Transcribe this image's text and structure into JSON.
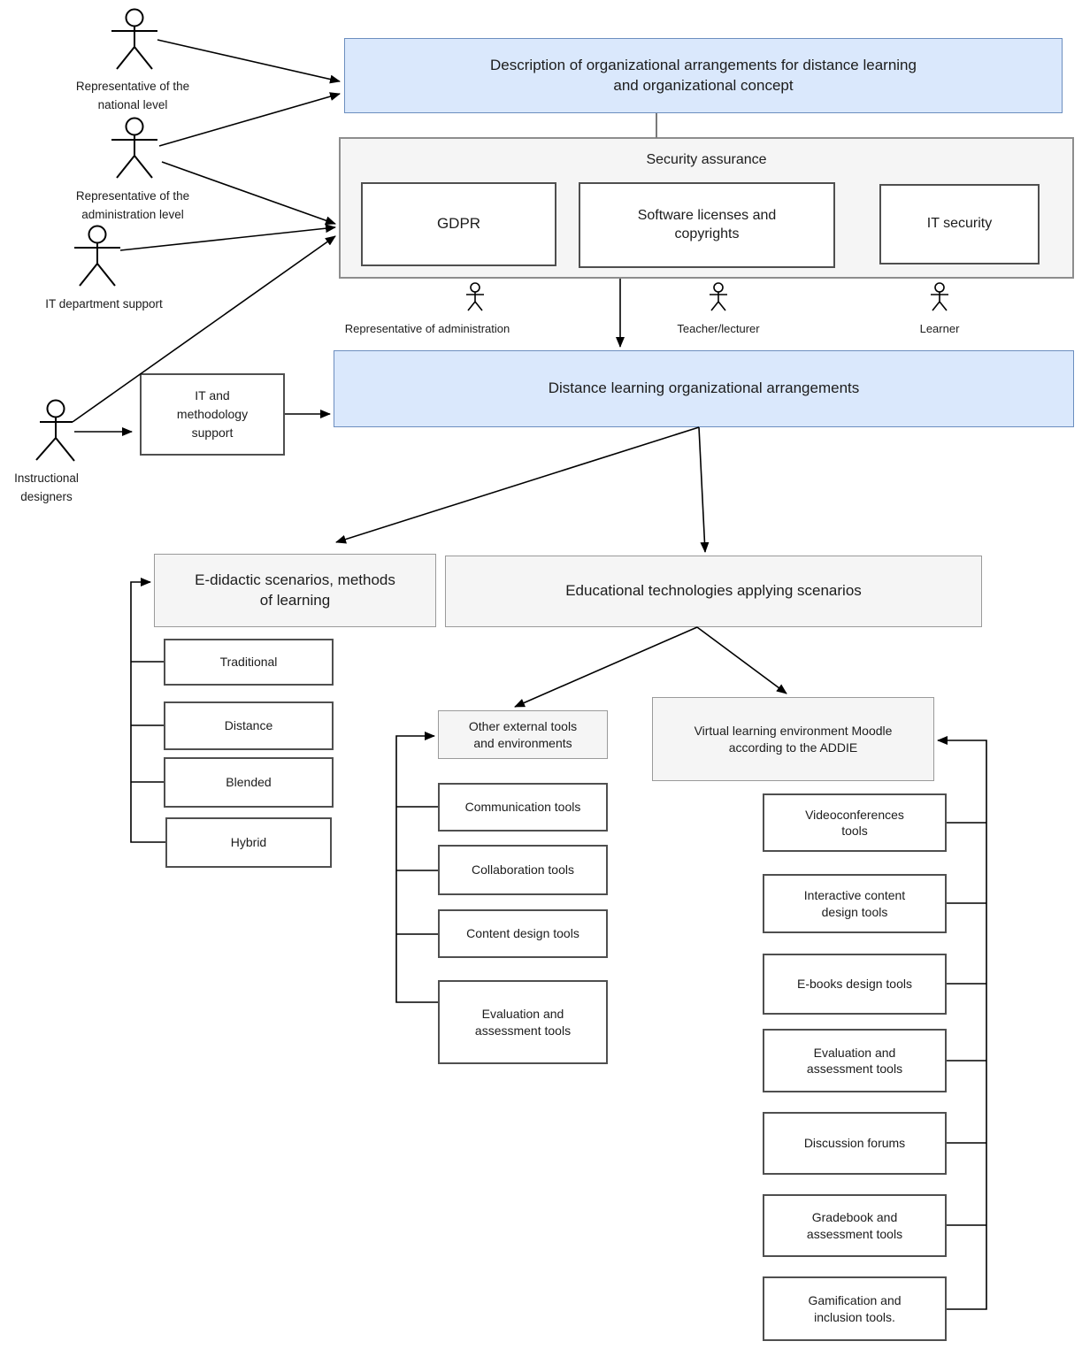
{
  "nodes": {
    "description": {
      "lines": [
        "Description of organizational arrangements for distance learning",
        "and organizational concept"
      ]
    },
    "security_assurance": {
      "title": "Security assurance"
    },
    "gdpr": {
      "label": "GDPR"
    },
    "software_licenses": {
      "lines": [
        "Software licenses and",
        "copyrights"
      ]
    },
    "it_security": {
      "label": "IT security"
    },
    "it_methodology_support": {
      "lines": [
        "IT and",
        "methodology",
        "support"
      ]
    },
    "distance_arrangements": {
      "label": "Distance learning organizational arrangements"
    },
    "edidactic": {
      "lines": [
        "E-didactic scenarios, methods",
        "of learning"
      ]
    },
    "edtech": {
      "label": "Educational technologies applying scenarios"
    },
    "traditional": {
      "label": "Traditional"
    },
    "distance": {
      "label": "Distance"
    },
    "blended": {
      "label": "Blended"
    },
    "hybrid": {
      "label": "Hybrid"
    },
    "other_tools": {
      "lines": [
        "Other external tools",
        "and environments"
      ]
    },
    "communication_tools": {
      "label": "Communication tools"
    },
    "collaboration_tools": {
      "label": "Collaboration tools"
    },
    "content_design_tools": {
      "label": "Content design tools"
    },
    "evaluation_tools_external": {
      "lines": [
        "Evaluation and",
        "assessment tools"
      ]
    },
    "moodle": {
      "lines": [
        "Virtual learning environment Moodle",
        "according to the  ADDIE"
      ]
    },
    "videoconferences_tools": {
      "lines": [
        "Videoconferences",
        "tools"
      ]
    },
    "interactive_content_tools": {
      "lines": [
        "Interactive content",
        "design tools"
      ]
    },
    "ebooks_design_tools": {
      "label": "E-books design tools"
    },
    "evaluation_tools_moodle": {
      "lines": [
        "Evaluation and",
        "assessment tools"
      ]
    },
    "discussion_forums": {
      "label": "Discussion forums"
    },
    "gradebook_tools": {
      "lines": [
        "Gradebook and",
        "assessment tools"
      ]
    },
    "gamification_tools": {
      "lines": [
        "Gamification and",
        "inclusion tools."
      ]
    }
  },
  "actors": {
    "national": {
      "lines": [
        "Representative of the",
        "national level"
      ]
    },
    "administration": {
      "lines": [
        "Representative of the",
        "administration level"
      ]
    },
    "it_department": {
      "label": "IT department support"
    },
    "instructional_designers": {
      "lines": [
        "Instructional",
        "designers"
      ]
    },
    "representative_of_administration": {
      "label": "Representative of administration"
    },
    "teacher_lecturer": {
      "label": "Teacher/lecturer"
    },
    "learner": {
      "label": "Learner"
    }
  },
  "colors": {
    "node_blue_fill": "#dae8fc",
    "node_blue_border": "#6c8ebf",
    "node_gray_fill": "#f5f5f5",
    "node_gray_border": "#999999",
    "node_white_fill": "#ffffff",
    "node_white_border": "#4f4f4f",
    "connector": "#000000"
  }
}
